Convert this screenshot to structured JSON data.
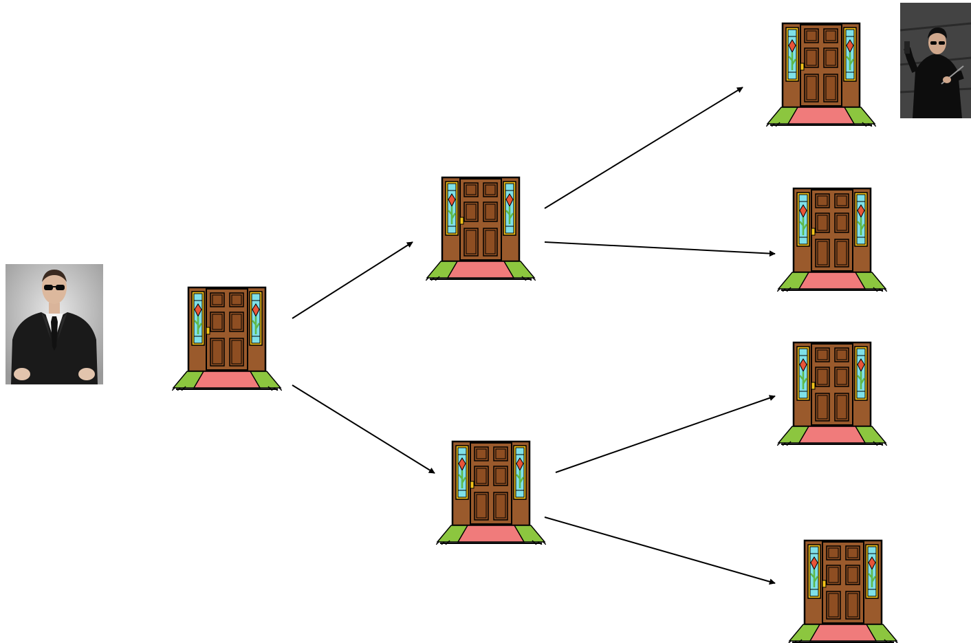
{
  "diagram": {
    "type": "binary-tree-of-doors",
    "nodes": [
      {
        "id": "agent",
        "kind": "photo",
        "depicts": "agent-in-suit-seated"
      },
      {
        "id": "door-root",
        "kind": "door"
      },
      {
        "id": "door-l1-top",
        "kind": "door"
      },
      {
        "id": "door-l1-bottom",
        "kind": "door"
      },
      {
        "id": "door-l2-1",
        "kind": "door"
      },
      {
        "id": "door-l2-2",
        "kind": "door"
      },
      {
        "id": "door-l2-3",
        "kind": "door"
      },
      {
        "id": "door-l2-4",
        "kind": "door"
      },
      {
        "id": "target",
        "kind": "photo",
        "depicts": "man-in-black-coat-with-guns"
      }
    ],
    "edges": [
      {
        "from": "door-root",
        "to": "door-l1-top"
      },
      {
        "from": "door-root",
        "to": "door-l1-bottom"
      },
      {
        "from": "door-l1-top",
        "to": "door-l2-1"
      },
      {
        "from": "door-l1-top",
        "to": "door-l2-2"
      },
      {
        "from": "door-l1-bottom",
        "to": "door-l2-3"
      },
      {
        "from": "door-l1-bottom",
        "to": "door-l2-4"
      }
    ]
  },
  "colors": {
    "door_wood": "#9a5a2c",
    "door_frame": "#7a3f18",
    "panel": "#8e4e22",
    "window_glass": "#7fe0e8",
    "window_frame": "#f2c21a",
    "leaf_green": "#5fb84a",
    "flower_red": "#e8553a",
    "carpet": "#f07b7b",
    "grass": "#8cc63f",
    "arrow": "#000000",
    "suit": "#1a1a1a",
    "photo_bg_agent": "#c9c9c9",
    "photo_bg_target": "#3a3a3a"
  },
  "icons": {
    "door": "door-with-carpet-icon",
    "arrow": "arrow-right-icon"
  }
}
